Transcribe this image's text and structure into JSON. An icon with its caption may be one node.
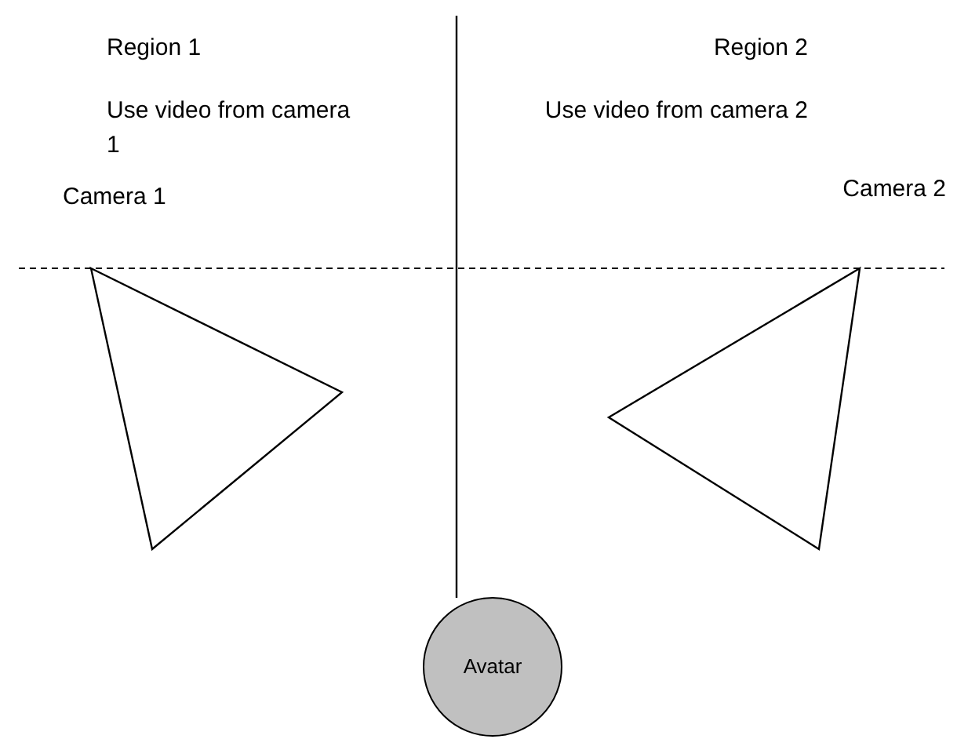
{
  "diagram": {
    "nodes": [
      {
        "text": [],
        "shape": "triangle",
        "beside": [
          "Camera 1"
        ]
      },
      {
        "text": [],
        "shape": "triangle",
        "beside": [
          "Camera 2"
        ]
      },
      {
        "text": [
          "Avatar"
        ]
      }
    ],
    "edges": [],
    "labels": [
      "Region 1",
      "Region 2",
      "Use video from camera 1",
      "Use video from camera 2"
    ]
  }
}
